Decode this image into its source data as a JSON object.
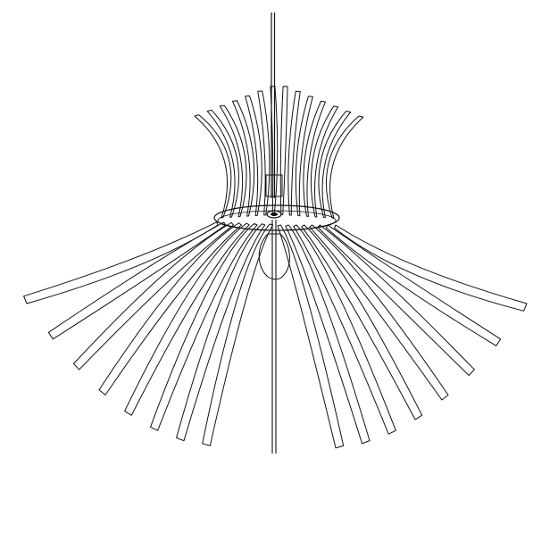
{
  "drawing": {
    "subject": "pendant-lamp-line-drawing",
    "background_color": "#ffffff",
    "line_color": "#111111",
    "upper_rib_count": 14,
    "lower_rib_count": 16
  }
}
